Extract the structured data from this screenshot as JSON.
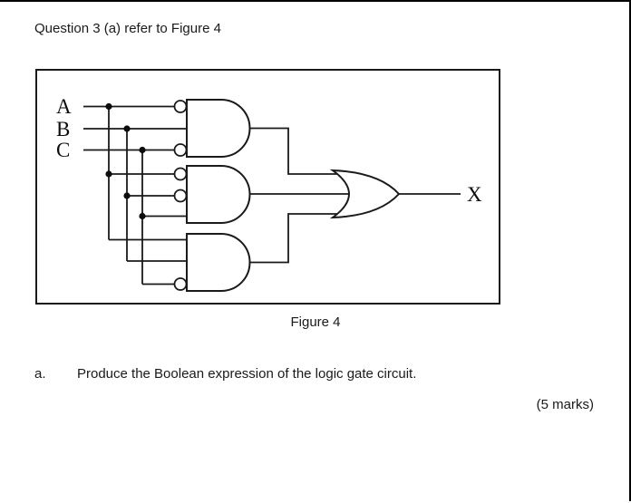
{
  "page": {
    "header": "Question 3 (a) refer to Figure 4",
    "question_label": "a.",
    "question_text": "Produce the Boolean expression of the logic gate circuit.",
    "marks": "(5 marks)"
  },
  "figure": {
    "caption": "Figure 4",
    "type": "logic-gate-circuit",
    "input_labels": [
      "A",
      "B",
      "C"
    ],
    "output_label": "X",
    "gates": [
      {
        "id": "and-1",
        "type": "AND",
        "inputs": [
          {
            "signal": "A",
            "inverted": true
          },
          {
            "signal": "B",
            "inverted": false
          },
          {
            "signal": "C",
            "inverted": true
          }
        ]
      },
      {
        "id": "and-2",
        "type": "AND",
        "inputs": [
          {
            "signal": "A",
            "inverted": true
          },
          {
            "signal": "B",
            "inverted": true
          },
          {
            "signal": "C",
            "inverted": false
          }
        ]
      },
      {
        "id": "and-3",
        "type": "AND",
        "inputs": [
          {
            "signal": "A",
            "inverted": false
          },
          {
            "signal": "B",
            "inverted": false
          },
          {
            "signal": "C",
            "inverted": true
          }
        ]
      },
      {
        "id": "or-1",
        "type": "OR",
        "inputs": [
          "and-1",
          "and-2",
          "and-3"
        ],
        "output": "X"
      }
    ]
  },
  "colors": {
    "ink": "#1a1a1a",
    "paper": "#ffffff"
  }
}
